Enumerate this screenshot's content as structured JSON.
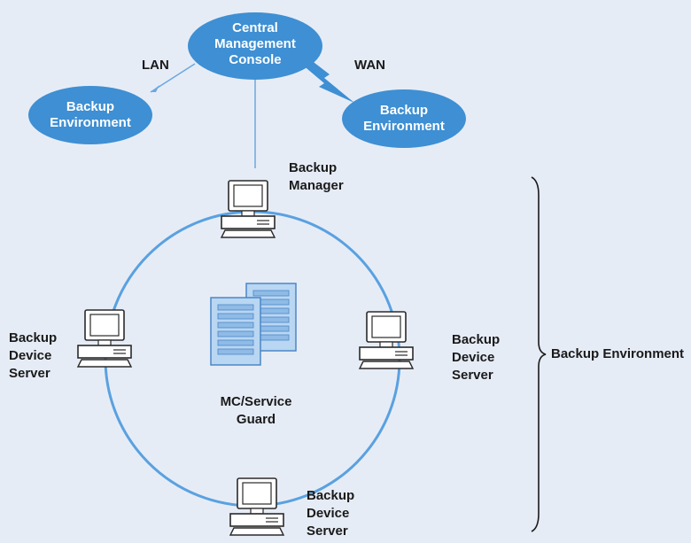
{
  "diagram": {
    "central_console": "Central\nManagement\nConsole",
    "lan_label": "LAN",
    "wan_label": "WAN",
    "env_left": "Backup\nEnvironment",
    "env_right": "Backup\nEnvironment",
    "manager_label": "Backup\nManager",
    "left_server_label": "Backup\nDevice\nServer",
    "right_server_label": "Backup\nDevice\nServer",
    "bottom_server_label": "Backup\nDevice\nServer",
    "cluster_label": "MC/Service\nGuard",
    "bracket_label": "Backup Environment"
  },
  "colors": {
    "background": "#e6ecf6",
    "node_fill": "#3e8fd3",
    "ring": "#5aa1e0",
    "line": "#6aa8e2",
    "computer_fill": "#ffffff",
    "computer_stroke": "#2a2a2a",
    "server_fill": "#b9d6f2",
    "server_stroke": "#4b86c6"
  }
}
